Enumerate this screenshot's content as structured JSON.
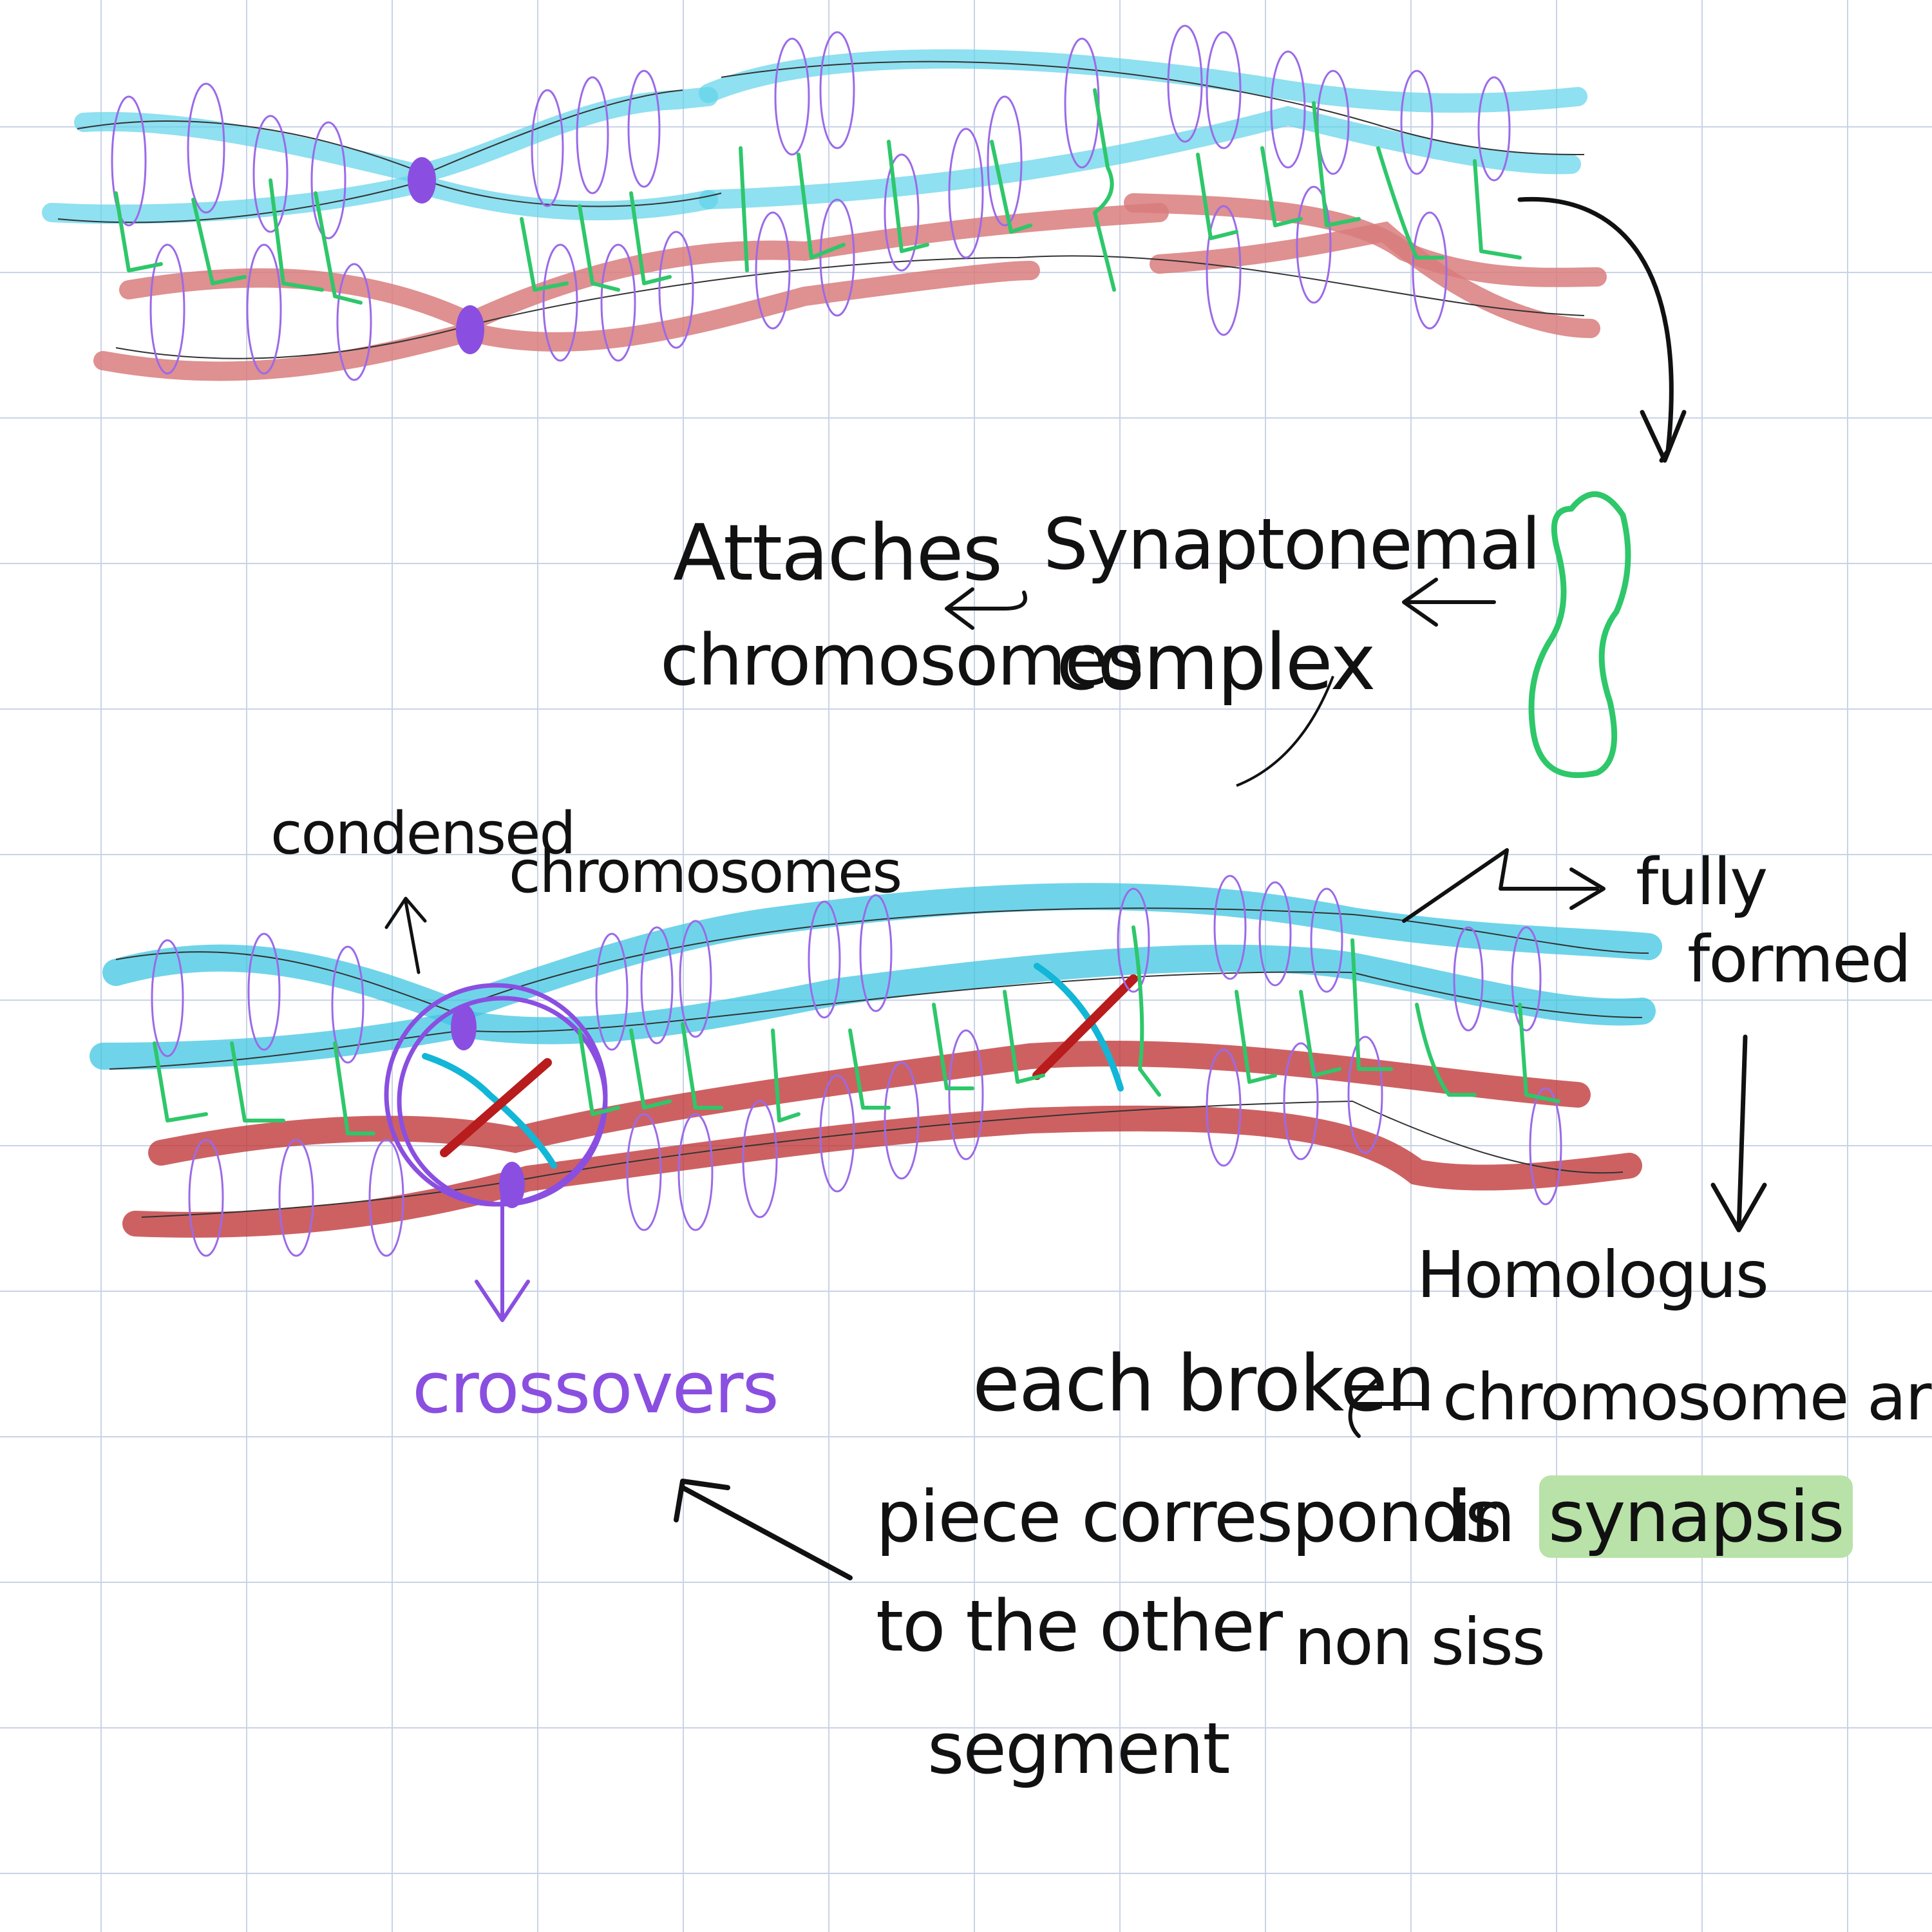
{
  "notes": {
    "attaches": "Attaches",
    "chromosomes": "chromosomes",
    "synaptonemal": "Synaptonemal",
    "complex": "complex",
    "condensed": "condensed",
    "chromosomes2": "chromosomes",
    "fully": "fully",
    "formed": "formed",
    "crossovers": "crossovers",
    "homologus": "Homologus",
    "chromosome_are": "chromosome are",
    "each_broken": "each broken",
    "piece_corresponds": "piece corresponds",
    "in": "in",
    "synapsis": "synapsis",
    "to_the_other": "to the other",
    "non_siss": "non siss",
    "segment": "segment"
  },
  "colors": {
    "sister_blue": "#5fd3ea",
    "sister_red": "#d97c7c",
    "deep_red": "#b81c1c",
    "green": "#2ec76a",
    "purple": "#8a4fe0",
    "ink": "#111111",
    "highlight": "#b8e2a8",
    "grid": "#c9d3e6"
  }
}
